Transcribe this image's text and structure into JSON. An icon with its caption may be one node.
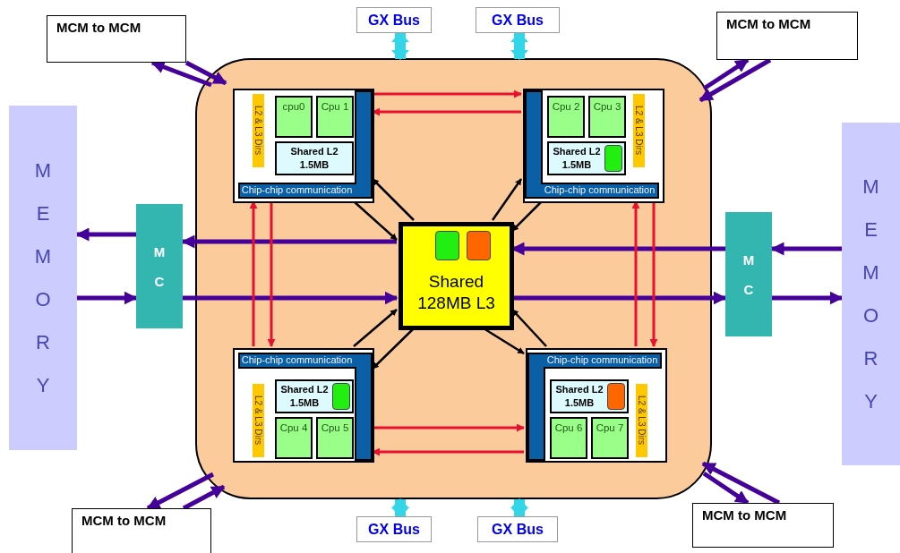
{
  "diagram": {
    "nodes": [
      {
        "text": [
          "MCM to MCM"
        ]
      },
      {
        "text": [
          "GX Bus"
        ]
      },
      {
        "text": [
          "GX Bus"
        ]
      },
      {
        "text": [
          "MCM to MCM"
        ]
      },
      {
        "text": [
          "MEMORY"
        ]
      },
      {
        "text": [
          "MEMORY"
        ]
      },
      {
        "text": [
          "MC"
        ]
      },
      {
        "text": [
          "MC"
        ]
      },
      {
        "text": [],
        "shape": "box"
      },
      {
        "text": [
          "L2 & L3 Dirs",
          "Chip-chip communication"
        ],
        "in": 8
      },
      {
        "text": [
          "cpu0"
        ],
        "in": 9
      },
      {
        "text": [
          "Cpu 1"
        ],
        "in": 9
      },
      {
        "text": [
          "Shared L2 1.5MB"
        ],
        "in": 9
      },
      {
        "text": [
          "L2 & L3 Dirs",
          "Chip-chip communication"
        ],
        "in": 8
      },
      {
        "text": [
          "Cpu 2"
        ],
        "in": 13
      },
      {
        "text": [
          "Cpu 3"
        ],
        "in": 13
      },
      {
        "text": [
          "Shared L2 1.5MB"
        ],
        "in": 13
      },
      {
        "text": [
          "Shared 128MB L3"
        ],
        "in": 8
      },
      {
        "text": [
          "L2 & L3 Dirs",
          "Chip-chip communication"
        ],
        "in": 8
      },
      {
        "text": [
          "Shared L2 1.5MB"
        ],
        "in": 18
      },
      {
        "text": [
          "Cpu 4"
        ],
        "in": 18
      },
      {
        "text": [
          "Cpu 5"
        ],
        "in": 18
      },
      {
        "text": [
          "L2 & L3 Dirs",
          "Chip-chip communication"
        ],
        "in": 8
      },
      {
        "text": [
          "Shared L2 1.5MB"
        ],
        "in": 22
      },
      {
        "text": [
          "Cpu 6"
        ],
        "in": 22
      },
      {
        "text": [
          "Cpu 7"
        ],
        "in": 22
      },
      {
        "text": [
          "MCM to MCM"
        ]
      },
      {
        "text": [
          "GX Bus"
        ]
      },
      {
        "text": [
          "GX Bus"
        ]
      },
      {
        "text": [
          "MCM to MCM"
        ]
      }
    ],
    "edges": [
      {
        "from": 0,
        "to": 8,
        "arrow": "to"
      },
      {
        "from": 8,
        "to": 0,
        "arrow": "to"
      },
      {
        "from": 1,
        "to": 8,
        "arrow": "both",
        "style": "thick",
        "color": "#33d6e8"
      },
      {
        "from": 2,
        "to": 8,
        "arrow": "both",
        "style": "thick",
        "color": "#33d6e8"
      },
      {
        "from": 3,
        "to": 8,
        "arrow": "to"
      },
      {
        "from": 8,
        "to": 3,
        "arrow": "to"
      },
      {
        "from": 6,
        "to": 4,
        "arrow": "to"
      },
      {
        "from": 4,
        "to": 6,
        "arrow": "to"
      },
      {
        "from": 17,
        "to": 6,
        "arrow": "to"
      },
      {
        "from": 6,
        "to": 17,
        "arrow": "to"
      },
      {
        "from": 5,
        "to": 7,
        "arrow": "to"
      },
      {
        "from": 7,
        "to": 5,
        "arrow": "to"
      },
      {
        "from": 7,
        "to": 17,
        "arrow": "to"
      },
      {
        "from": 17,
        "to": 7,
        "arrow": "to"
      },
      {
        "from": 17,
        "to": 9,
        "arrow": "to",
        "color": "#000000"
      },
      {
        "from": 9,
        "to": 17,
        "arrow": "to",
        "color": "#000000"
      },
      {
        "from": 17,
        "to": 13,
        "arrow": "to",
        "color": "#000000"
      },
      {
        "from": 13,
        "to": 17,
        "arrow": "to",
        "color": "#000000"
      },
      {
        "from": 17,
        "to": 18,
        "arrow": "to",
        "color": "#000000"
      },
      {
        "from": 18,
        "to": 17,
        "arrow": "to",
        "color": "#000000"
      },
      {
        "from": 17,
        "to": 22,
        "arrow": "to",
        "color": "#000000"
      },
      {
        "from": 22,
        "to": 17,
        "arrow": "to",
        "color": "#000000"
      },
      {
        "from": 9,
        "to": 13,
        "arrow": "to",
        "color": "#e8102e"
      },
      {
        "from": 13,
        "to": 9,
        "arrow": "to",
        "color": "#e8102e"
      },
      {
        "from": 18,
        "to": 9,
        "arrow": "to",
        "color": "#e8102e"
      },
      {
        "from": 9,
        "to": 18,
        "arrow": "to",
        "color": "#e8102e"
      },
      {
        "from": 22,
        "to": 13,
        "arrow": "to",
        "color": "#e8102e"
      },
      {
        "from": 13,
        "to": 22,
        "arrow": "to",
        "color": "#e8102e"
      },
      {
        "from": 18,
        "to": 22,
        "arrow": "to",
        "color": "#e8102e"
      },
      {
        "from": 22,
        "to": 18,
        "arrow": "to",
        "color": "#e8102e"
      },
      {
        "from": 26,
        "to": 8,
        "arrow": "to"
      },
      {
        "from": 8,
        "to": 26,
        "arrow": "to"
      },
      {
        "from": 27,
        "to": 8,
        "arrow": "both",
        "style": "thick",
        "color": "#33d6e8"
      },
      {
        "from": 28,
        "to": 8,
        "arrow": "both",
        "style": "thick",
        "color": "#33d6e8"
      },
      {
        "from": 29,
        "to": 8,
        "arrow": "to"
      },
      {
        "from": 8,
        "to": 29,
        "arrow": "to"
      }
    ]
  }
}
